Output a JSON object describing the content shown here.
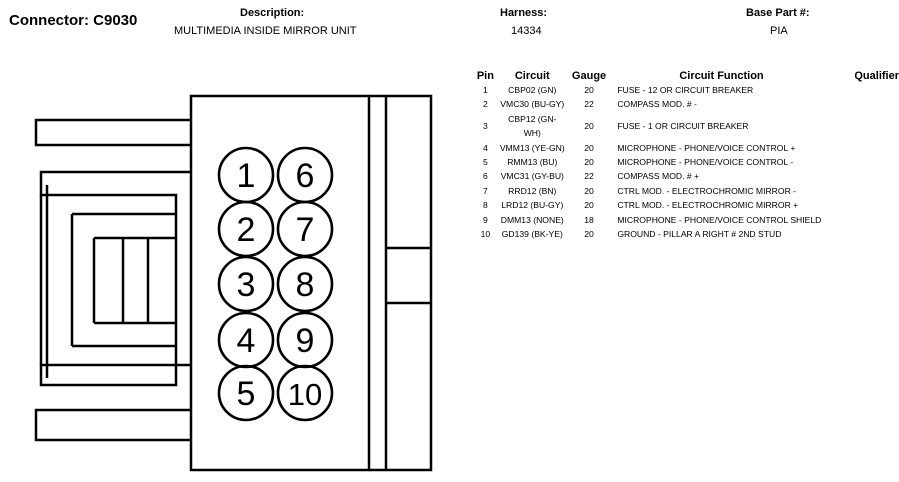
{
  "connector": {
    "label": "Connector: C9030"
  },
  "description": {
    "label": "Description:",
    "value": "MULTIMEDIA INSIDE MIRROR UNIT"
  },
  "harness": {
    "label": "Harness:",
    "value": "14334"
  },
  "base_part": {
    "label": "Base Part #:",
    "value": "PIA"
  },
  "table": {
    "headers": {
      "pin": "Pin",
      "circuit": "Circuit",
      "gauge": "Gauge",
      "function": "Circuit Function",
      "qualifier": "Qualifier"
    },
    "rows": [
      {
        "pin": "1",
        "circuit": "CBP02 (GN)",
        "gauge": "20",
        "function": "FUSE - 12 OR CIRCUIT BREAKER"
      },
      {
        "pin": "2",
        "circuit": "VMC30 (BU-GY)",
        "gauge": "22",
        "function": "COMPASS MOD. # -"
      },
      {
        "pin": "3",
        "circuit": "CBP12 (GN-WH)",
        "gauge": "20",
        "function": "FUSE - 1 OR CIRCUIT BREAKER"
      },
      {
        "pin": "4",
        "circuit": "VMM13 (YE-GN)",
        "gauge": "20",
        "function": "MICROPHONE - PHONE/VOICE CONTROL +"
      },
      {
        "pin": "5",
        "circuit": "RMM13 (BU)",
        "gauge": "20",
        "function": "MICROPHONE - PHONE/VOICE CONTROL -"
      },
      {
        "pin": "6",
        "circuit": "VMC31 (GY-BU)",
        "gauge": "22",
        "function": "COMPASS MOD. # +"
      },
      {
        "pin": "7",
        "circuit": "RRD12 (BN)",
        "gauge": "20",
        "function": "CTRL MOD. - ELECTROCHROMIC MIRROR -"
      },
      {
        "pin": "8",
        "circuit": "LRD12 (BU-GY)",
        "gauge": "20",
        "function": "CTRL MOD. - ELECTROCHROMIC MIRROR +"
      },
      {
        "pin": "9",
        "circuit": "DMM13 (NONE)",
        "gauge": "18",
        "function": "MICROPHONE - PHONE/VOICE CONTROL SHIELD"
      },
      {
        "pin": "10",
        "circuit": "GD139 (BK-YE)",
        "gauge": "20",
        "function": "GROUND - PILLAR A RIGHT # 2ND STUD"
      }
    ]
  },
  "cavities": [
    "1",
    "2",
    "3",
    "4",
    "5",
    "6",
    "7",
    "8",
    "9",
    "10"
  ]
}
